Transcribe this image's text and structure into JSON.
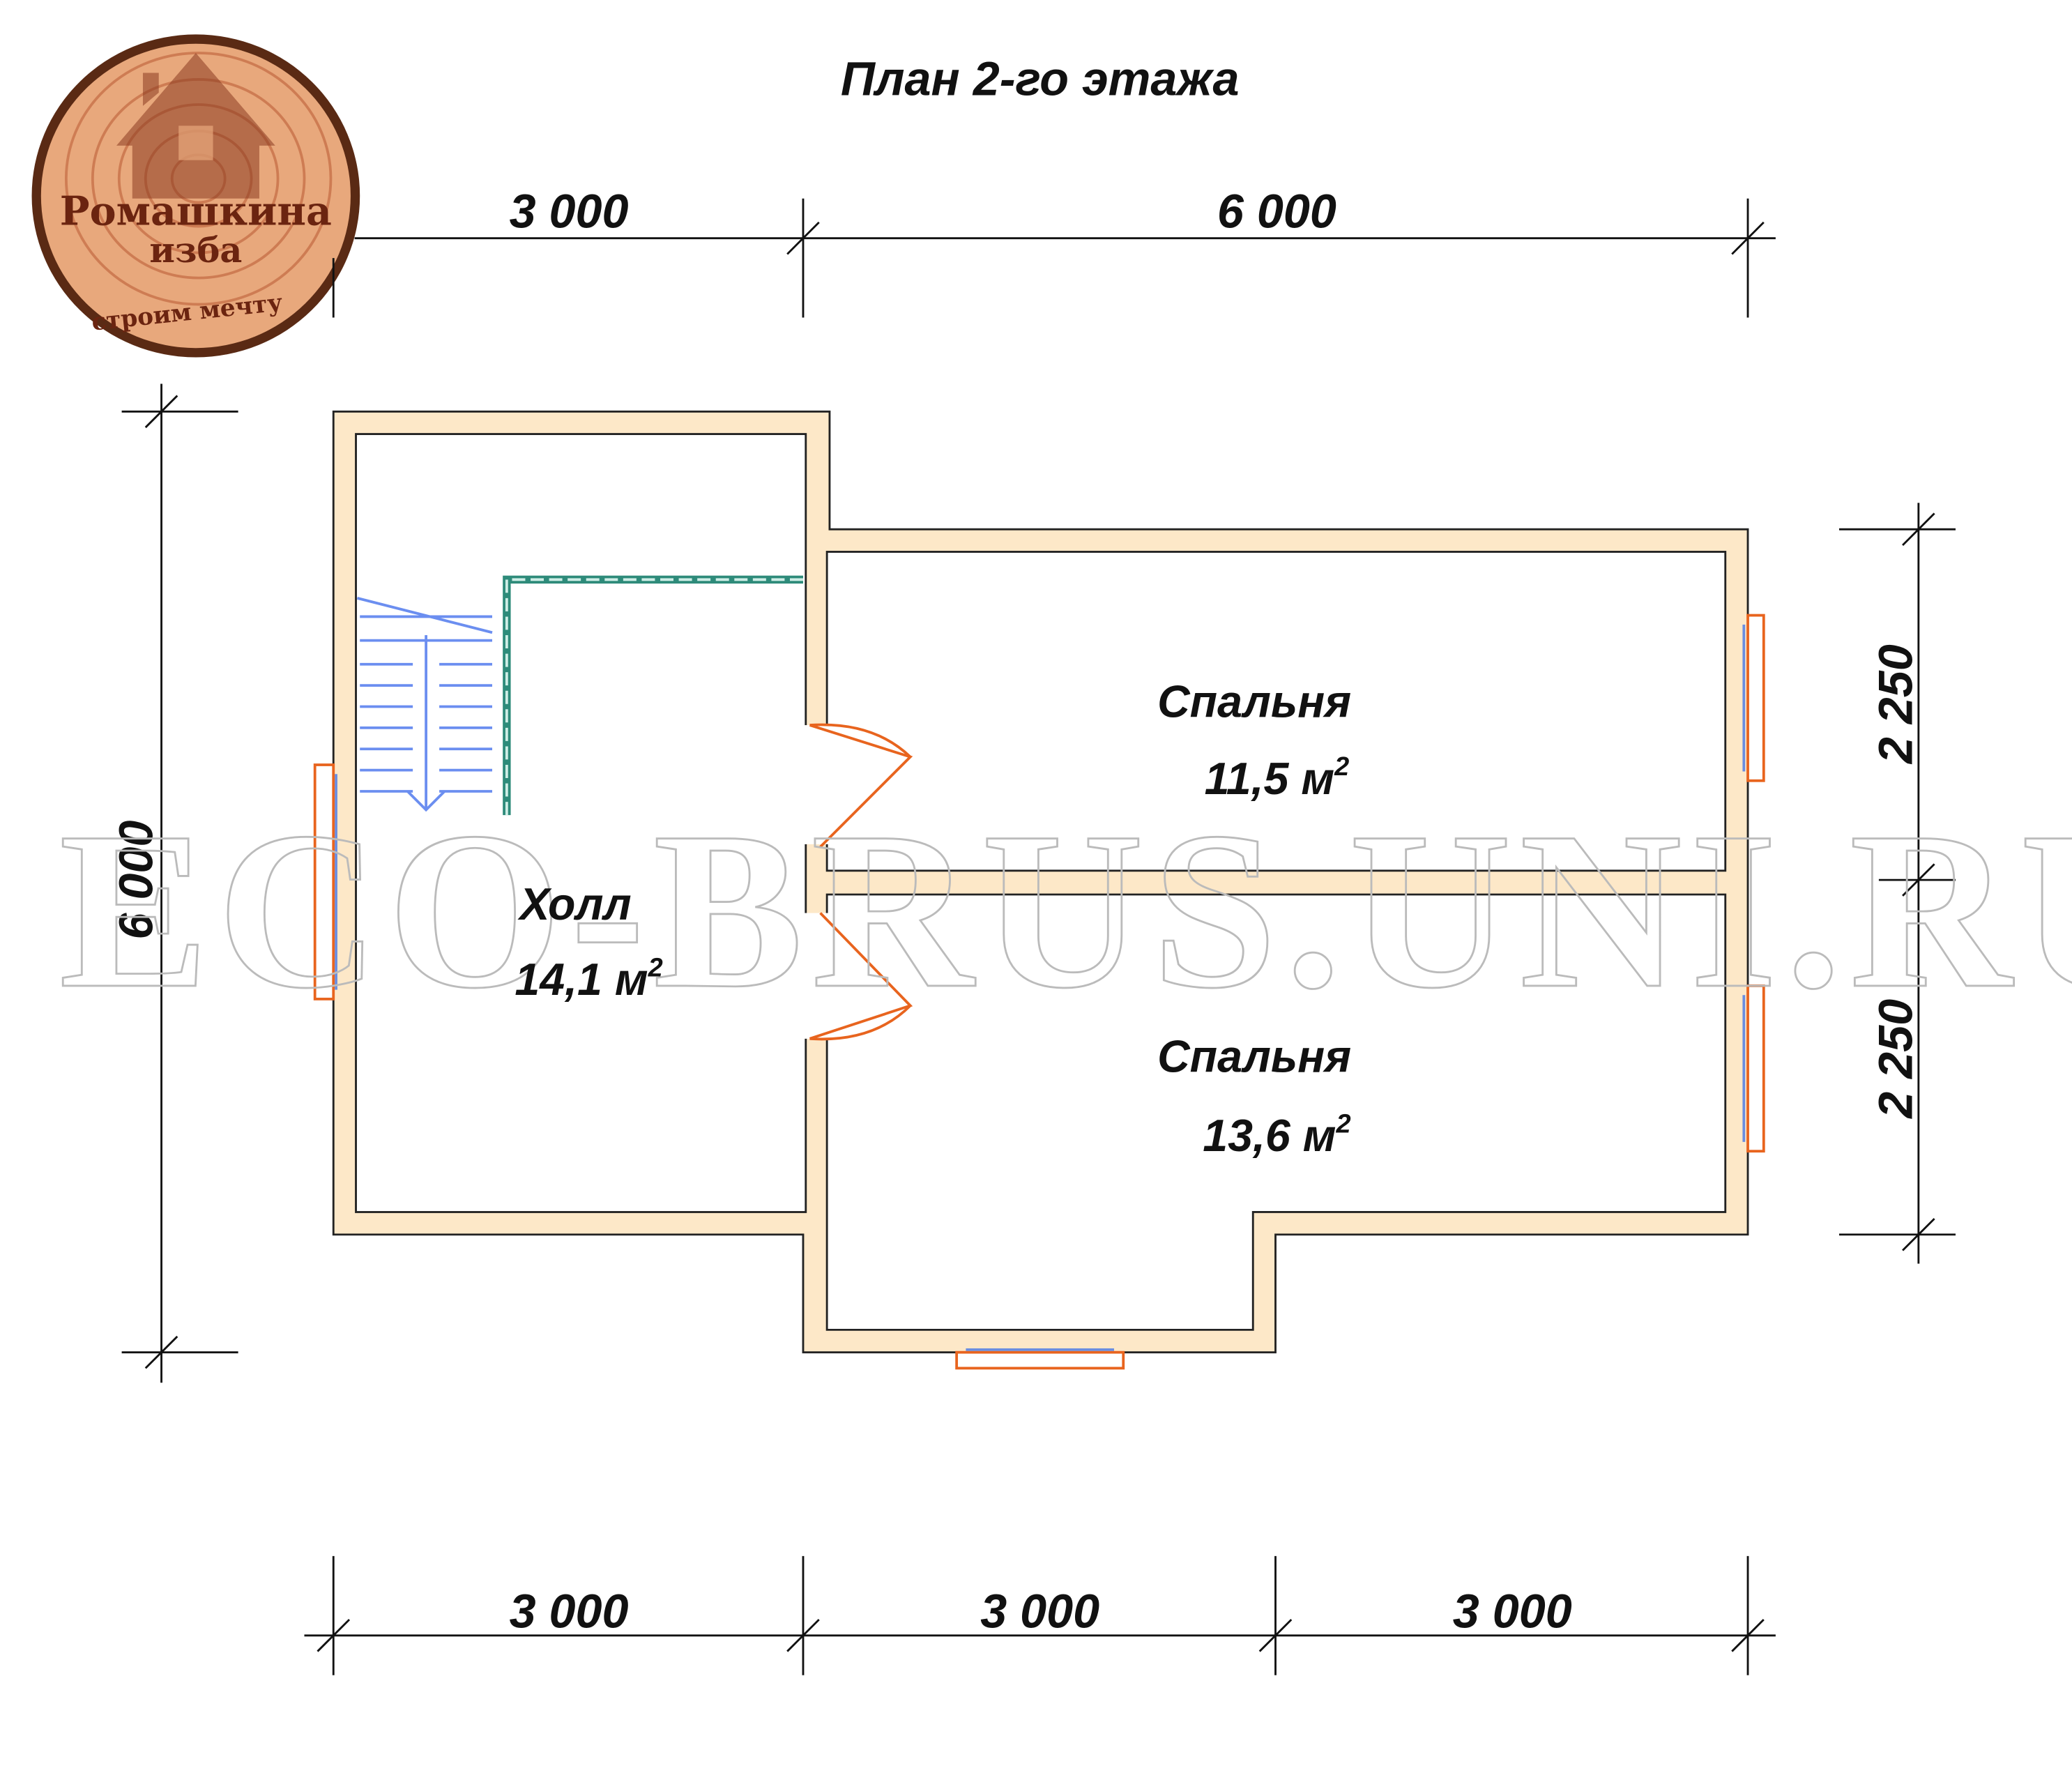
{
  "title": "План 2-го этажа",
  "logo": {
    "line1": "Ромашкина",
    "line2": "изба",
    "line3": "строим мечту"
  },
  "watermark": "ECO-BRUS.UNI.RU",
  "rooms": [
    {
      "name": "Холл",
      "area": "14,1 м",
      "sup": "2"
    },
    {
      "name": "Спальня",
      "area": "11,5 м",
      "sup": "2"
    },
    {
      "name": "Спальня",
      "area": "13,6 м",
      "sup": "2"
    }
  ],
  "dimensions": {
    "top": [
      "3 000",
      "6 000"
    ],
    "bottom": [
      "3 000",
      "3 000",
      "3 000"
    ],
    "left": [
      "6 000"
    ],
    "right": [
      "2 250",
      "2 250"
    ]
  },
  "colors": {
    "wall": "#fde8c8",
    "window": "#e8641e",
    "glass": "#6a8de0",
    "stairs": "#6b8ef0",
    "railing": "#2e8b7a"
  }
}
